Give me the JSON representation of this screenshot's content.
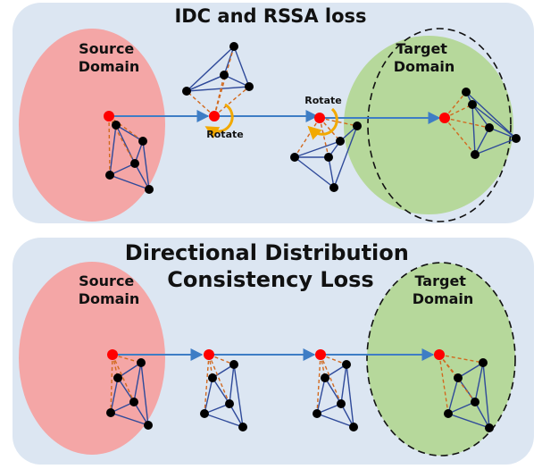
{
  "panels": [
    {
      "title_lines": [
        "IDC and RSSA loss"
      ],
      "source_label_lines": [
        "Source",
        "Domain"
      ],
      "target_label_lines": [
        "Target",
        "Domain"
      ],
      "rotate_labels": [
        "Rotate",
        "Rotate"
      ]
    },
    {
      "title_lines": [
        "Directional Distribution",
        "Consistency Loss"
      ],
      "source_label_lines": [
        "Source",
        "Domain"
      ],
      "target_label_lines": [
        "Target",
        "Domain"
      ]
    }
  ],
  "colors": {
    "panel_background": "#dce6f2",
    "source_domain": "#f4a6a6",
    "target_domain": "#b6d89b",
    "arrow": "#3e7dc5",
    "graph_edge": "#2f4a9a",
    "dashed_edge": "#d2691e",
    "anchor_node": "#ff0000",
    "graph_node": "#000000",
    "rotate_arrow": "#f2a900"
  },
  "icons": [
    "rotate-arrow-icon",
    "right-arrow-icon"
  ]
}
